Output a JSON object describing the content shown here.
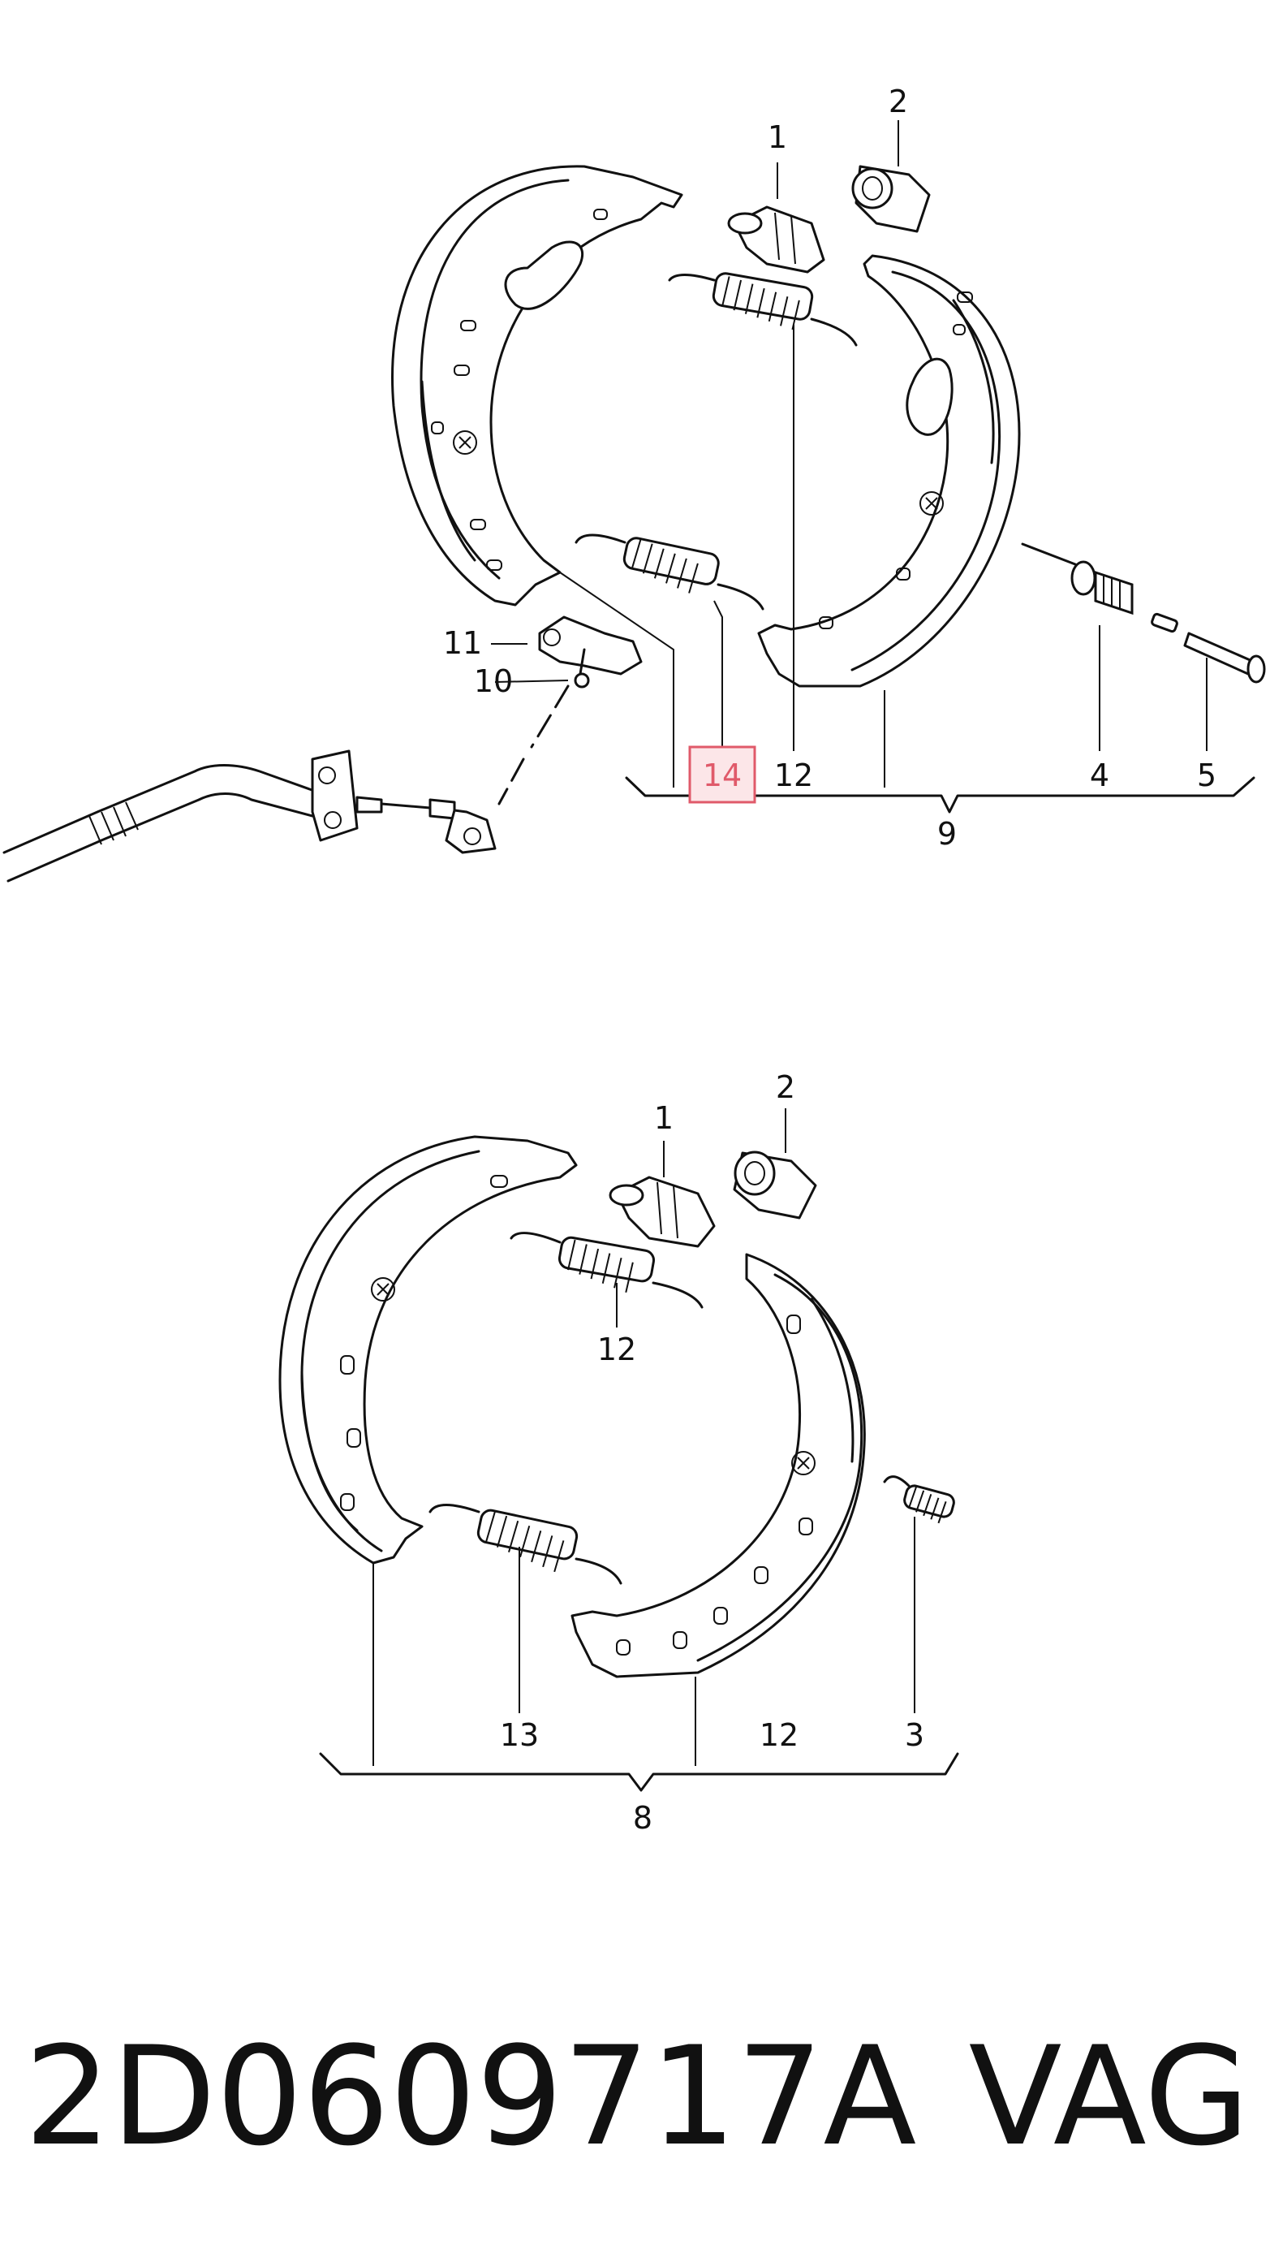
{
  "diagram": {
    "title": "",
    "part_number": "2D0609717A",
    "brand": "VAG",
    "highlight_color": "#e05a6a",
    "upper_assembly": {
      "callouts": [
        "1",
        "2",
        "11",
        "10",
        "14",
        "12",
        "4",
        "5"
      ],
      "group_label": "9",
      "highlighted_callout": "14"
    },
    "lower_assembly": {
      "callouts": [
        "1",
        "2",
        "12",
        "13",
        "12",
        "3"
      ],
      "group_label": "8"
    }
  }
}
